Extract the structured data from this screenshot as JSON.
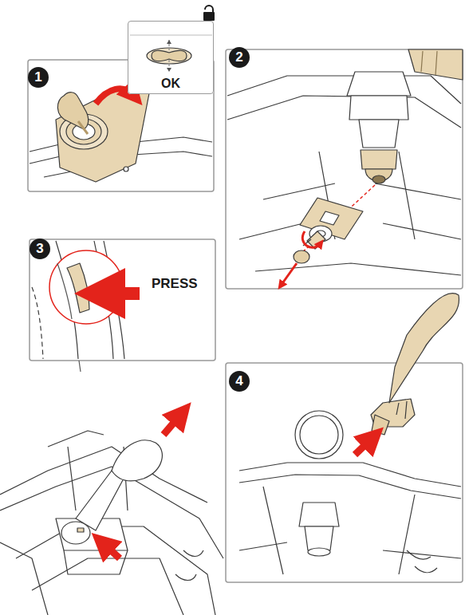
{
  "diagram": {
    "nodes": [
      {
        "text": [
          "1"
        ]
      },
      {
        "text": [
          "OK"
        ]
      },
      {
        "text": [
          "2"
        ]
      },
      {
        "text": [
          "3"
        ]
      },
      {
        "text": [
          "4"
        ]
      }
    ],
    "labels": [
      "PRESS"
    ]
  }
}
